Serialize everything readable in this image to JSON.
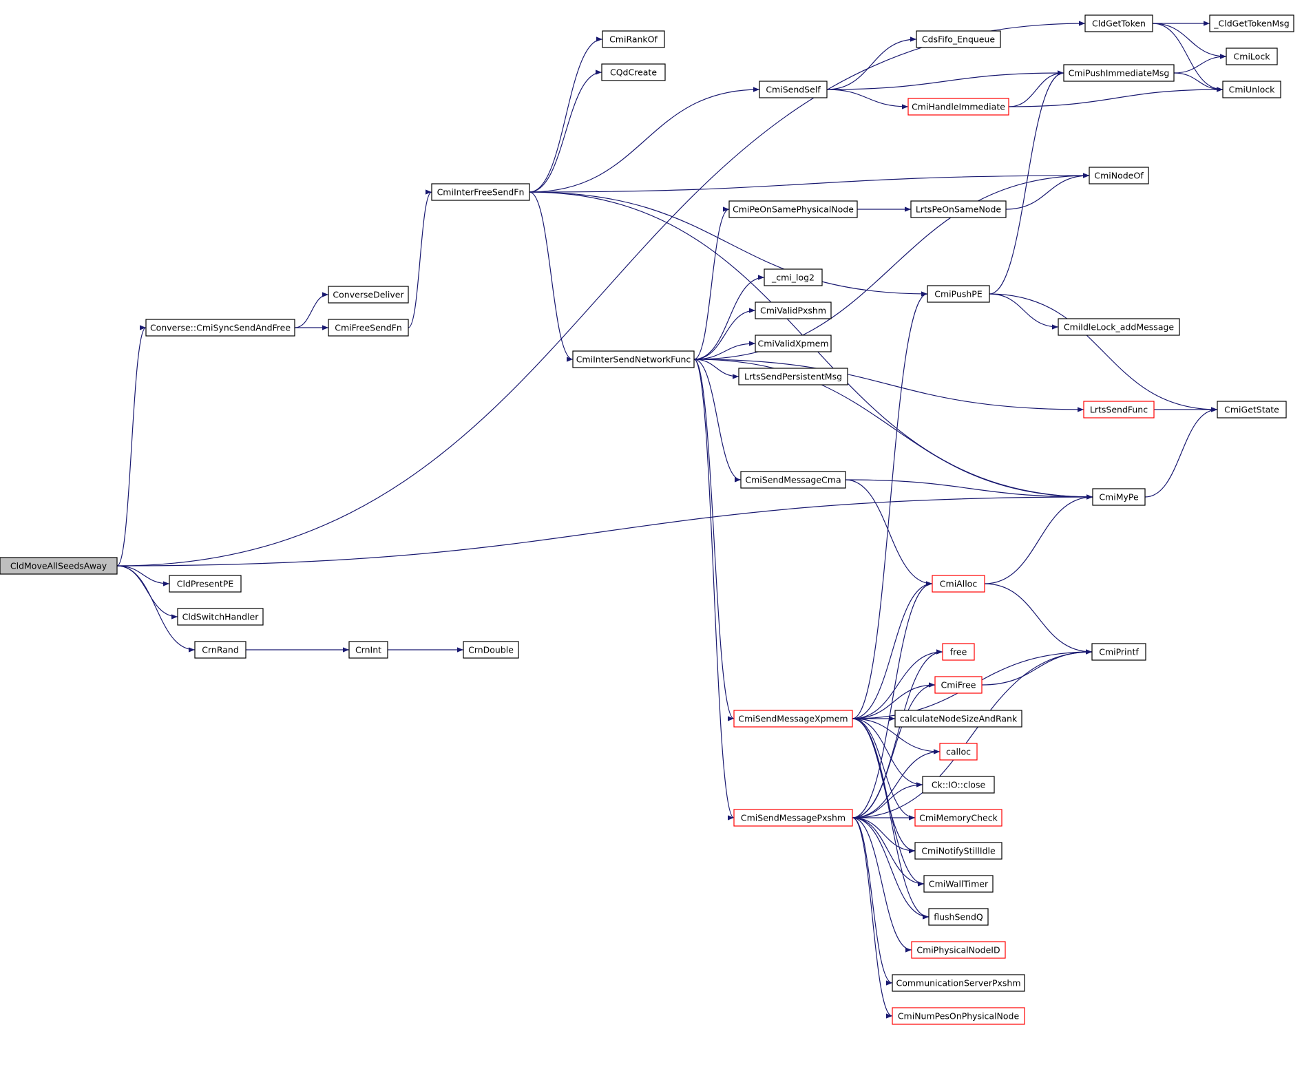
{
  "graph": {
    "root": "CldMoveAllSeedsAway",
    "nodes": [
      {
        "id": "CldMoveAllSeedsAway",
        "label": "CldMoveAllSeedsAway",
        "style": "root"
      },
      {
        "id": "CldGetToken",
        "label": "CldGetToken",
        "style": "normal"
      },
      {
        "id": "_CldGetTokenMsg",
        "label": "_CldGetTokenMsg",
        "style": "normal"
      },
      {
        "id": "CmiLock",
        "label": "CmiLock",
        "style": "normal"
      },
      {
        "id": "CmiUnlock",
        "label": "CmiUnlock",
        "style": "normal"
      },
      {
        "id": "CmiRankOf",
        "label": "CmiRankOf",
        "style": "normal"
      },
      {
        "id": "CQdCreate",
        "label": "CQdCreate",
        "style": "normal"
      },
      {
        "id": "CdsFifo_Enqueue",
        "label": "CdsFifo_Enqueue",
        "style": "normal"
      },
      {
        "id": "CmiPushImmediateMsg",
        "label": "CmiPushImmediateMsg",
        "style": "normal"
      },
      {
        "id": "CmiSendSelf",
        "label": "CmiSendSelf",
        "style": "normal"
      },
      {
        "id": "CmiHandleImmediate",
        "label": "CmiHandleImmediate",
        "style": "red"
      },
      {
        "id": "CmiNodeOf",
        "label": "CmiNodeOf",
        "style": "normal"
      },
      {
        "id": "CmiInterFreeSendFn",
        "label": "CmiInterFreeSendFn",
        "style": "normal"
      },
      {
        "id": "CmiPeOnSamePhysicalNode",
        "label": "CmiPeOnSamePhysicalNode",
        "style": "normal"
      },
      {
        "id": "LrtsPeOnSameNode",
        "label": "LrtsPeOnSameNode",
        "style": "normal"
      },
      {
        "id": "_cmi_log2",
        "label": "_cmi_log2",
        "style": "normal"
      },
      {
        "id": "CmiPushPE",
        "label": "CmiPushPE",
        "style": "normal"
      },
      {
        "id": "ConverseDeliver",
        "label": "ConverseDeliver",
        "style": "normal"
      },
      {
        "id": "CmiValidPxshm",
        "label": "CmiValidPxshm",
        "style": "normal"
      },
      {
        "id": "CmiIdleLock_addMessage",
        "label": "CmiIdleLock_addMessage",
        "style": "normal"
      },
      {
        "id": "ConverseCmiSyncSendAndFree",
        "label": "Converse::CmiSyncSendAndFree",
        "style": "normal"
      },
      {
        "id": "CmiFreeSendFn",
        "label": "CmiFreeSendFn",
        "style": "normal"
      },
      {
        "id": "CmiValidXpmem",
        "label": "CmiValidXpmem",
        "style": "normal"
      },
      {
        "id": "CmiInterSendNetworkFunc",
        "label": "CmiInterSendNetworkFunc",
        "style": "normal"
      },
      {
        "id": "LrtsSendPersistentMsg",
        "label": "LrtsSendPersistentMsg",
        "style": "normal"
      },
      {
        "id": "LrtsSendFunc",
        "label": "LrtsSendFunc",
        "style": "red"
      },
      {
        "id": "CmiGetState",
        "label": "CmiGetState",
        "style": "normal"
      },
      {
        "id": "CmiSendMessageCma",
        "label": "CmiSendMessageCma",
        "style": "normal"
      },
      {
        "id": "CmiMyPe",
        "label": "CmiMyPe",
        "style": "normal"
      },
      {
        "id": "CldPresentPE",
        "label": "CldPresentPE",
        "style": "normal"
      },
      {
        "id": "CmiAlloc",
        "label": "CmiAlloc",
        "style": "red"
      },
      {
        "id": "CldSwitchHandler",
        "label": "CldSwitchHandler",
        "style": "normal"
      },
      {
        "id": "CrnRand",
        "label": "CrnRand",
        "style": "normal"
      },
      {
        "id": "CrnInt",
        "label": "CrnInt",
        "style": "normal"
      },
      {
        "id": "CrnDouble",
        "label": "CrnDouble",
        "style": "normal"
      },
      {
        "id": "free",
        "label": "free",
        "style": "red"
      },
      {
        "id": "CmiPrintf",
        "label": "CmiPrintf",
        "style": "normal"
      },
      {
        "id": "CmiFree",
        "label": "CmiFree",
        "style": "red"
      },
      {
        "id": "CmiSendMessageXpmem",
        "label": "CmiSendMessageXpmem",
        "style": "red"
      },
      {
        "id": "calculateNodeSizeAndRank",
        "label": "calculateNodeSizeAndRank",
        "style": "normal"
      },
      {
        "id": "calloc",
        "label": "calloc",
        "style": "red"
      },
      {
        "id": "CkIOclose",
        "label": "Ck::IO::close",
        "style": "normal"
      },
      {
        "id": "CmiSendMessagePxshm",
        "label": "CmiSendMessagePxshm",
        "style": "red"
      },
      {
        "id": "CmiMemoryCheck",
        "label": "CmiMemoryCheck",
        "style": "red"
      },
      {
        "id": "CmiNotifyStillIdle",
        "label": "CmiNotifyStillIdle",
        "style": "normal"
      },
      {
        "id": "CmiWallTimer",
        "label": "CmiWallTimer",
        "style": "normal"
      },
      {
        "id": "flushSendQ",
        "label": "flushSendQ",
        "style": "normal"
      },
      {
        "id": "CmiPhysicalNodeID",
        "label": "CmiPhysicalNodeID",
        "style": "red"
      },
      {
        "id": "CommunicationServerPxshm",
        "label": "CommunicationServerPxshm",
        "style": "normal"
      },
      {
        "id": "CmiNumPesOnPhysicalNode",
        "label": "CmiNumPesOnPhysicalNode",
        "style": "red"
      }
    ],
    "edges": [
      [
        "CldMoveAllSeedsAway",
        "CldGetToken"
      ],
      [
        "CldMoveAllSeedsAway",
        "ConverseCmiSyncSendAndFree"
      ],
      [
        "CldMoveAllSeedsAway",
        "CmiMyPe"
      ],
      [
        "CldMoveAllSeedsAway",
        "CldPresentPE"
      ],
      [
        "CldMoveAllSeedsAway",
        "CldSwitchHandler"
      ],
      [
        "CldMoveAllSeedsAway",
        "CrnRand"
      ],
      [
        "CldGetToken",
        "_CldGetTokenMsg"
      ],
      [
        "CldGetToken",
        "CmiLock"
      ],
      [
        "CldGetToken",
        "CmiUnlock"
      ],
      [
        "ConverseCmiSyncSendAndFree",
        "ConverseDeliver"
      ],
      [
        "ConverseCmiSyncSendAndFree",
        "CmiFreeSendFn"
      ],
      [
        "CmiFreeSendFn",
        "CmiInterFreeSendFn"
      ],
      [
        "CmiInterFreeSendFn",
        "CmiRankOf"
      ],
      [
        "CmiInterFreeSendFn",
        "CQdCreate"
      ],
      [
        "CmiInterFreeSendFn",
        "CmiSendSelf"
      ],
      [
        "CmiInterFreeSendFn",
        "CmiNodeOf"
      ],
      [
        "CmiInterFreeSendFn",
        "CmiPushPE"
      ],
      [
        "CmiInterFreeSendFn",
        "CmiInterSendNetworkFunc"
      ],
      [
        "CmiInterFreeSendFn",
        "CmiMyPe"
      ],
      [
        "CmiSendSelf",
        "CdsFifo_Enqueue"
      ],
      [
        "CmiSendSelf",
        "CmiPushImmediateMsg"
      ],
      [
        "CmiSendSelf",
        "CmiHandleImmediate"
      ],
      [
        "CmiHandleImmediate",
        "CmiPushImmediateMsg"
      ],
      [
        "CmiHandleImmediate",
        "CmiUnlock"
      ],
      [
        "CmiPushImmediateMsg",
        "CmiLock"
      ],
      [
        "CmiPushImmediateMsg",
        "CmiUnlock"
      ],
      [
        "CmiPeOnSamePhysicalNode",
        "LrtsPeOnSameNode"
      ],
      [
        "LrtsPeOnSameNode",
        "CmiNodeOf"
      ],
      [
        "CmiPushPE",
        "CmiPushImmediateMsg"
      ],
      [
        "CmiPushPE",
        "CmiIdleLock_addMessage"
      ],
      [
        "CmiPushPE",
        "CmiGetState"
      ],
      [
        "CmiInterSendNetworkFunc",
        "CmiNodeOf"
      ],
      [
        "CmiInterSendNetworkFunc",
        "CmiPeOnSamePhysicalNode"
      ],
      [
        "CmiInterSendNetworkFunc",
        "_cmi_log2"
      ],
      [
        "CmiInterSendNetworkFunc",
        "CmiValidPxshm"
      ],
      [
        "CmiInterSendNetworkFunc",
        "CmiValidXpmem"
      ],
      [
        "CmiInterSendNetworkFunc",
        "LrtsSendPersistentMsg"
      ],
      [
        "CmiInterSendNetworkFunc",
        "LrtsSendFunc"
      ],
      [
        "CmiInterSendNetworkFunc",
        "CmiSendMessageCma"
      ],
      [
        "CmiInterSendNetworkFunc",
        "CmiMyPe"
      ],
      [
        "CmiInterSendNetworkFunc",
        "CmiSendMessageXpmem"
      ],
      [
        "CmiInterSendNetworkFunc",
        "CmiSendMessagePxshm"
      ],
      [
        "LrtsSendFunc",
        "CmiGetState"
      ],
      [
        "CmiMyPe",
        "CmiGetState"
      ],
      [
        "CmiSendMessageCma",
        "CmiMyPe"
      ],
      [
        "CmiSendMessageCma",
        "CmiAlloc"
      ],
      [
        "CmiAlloc",
        "CmiMyPe"
      ],
      [
        "CmiAlloc",
        "CmiPrintf"
      ],
      [
        "CmiFree",
        "CmiPrintf"
      ],
      [
        "CrnRand",
        "CrnInt"
      ],
      [
        "CrnInt",
        "CrnDouble"
      ],
      [
        "CmiSendMessageXpmem",
        "CmiPushPE"
      ],
      [
        "CmiSendMessageXpmem",
        "CmiAlloc"
      ],
      [
        "CmiSendMessageXpmem",
        "CmiPrintf"
      ],
      [
        "CmiSendMessageXpmem",
        "free"
      ],
      [
        "CmiSendMessageXpmem",
        "CmiFree"
      ],
      [
        "CmiSendMessageXpmem",
        "calculateNodeSizeAndRank"
      ],
      [
        "CmiSendMessageXpmem",
        "calloc"
      ],
      [
        "CmiSendMessageXpmem",
        "CkIOclose"
      ],
      [
        "CmiSendMessageXpmem",
        "CmiMemoryCheck"
      ],
      [
        "CmiSendMessageXpmem",
        "CmiNotifyStillIdle"
      ],
      [
        "CmiSendMessageXpmem",
        "CmiWallTimer"
      ],
      [
        "CmiSendMessageXpmem",
        "flushSendQ"
      ],
      [
        "CmiSendMessagePxshm",
        "CmiAlloc"
      ],
      [
        "CmiSendMessagePxshm",
        "free"
      ],
      [
        "CmiSendMessagePxshm",
        "CmiFree"
      ],
      [
        "CmiSendMessagePxshm",
        "calloc"
      ],
      [
        "CmiSendMessagePxshm",
        "CkIOclose"
      ],
      [
        "CmiSendMessagePxshm",
        "CmiMemoryCheck"
      ],
      [
        "CmiSendMessagePxshm",
        "CmiNotifyStillIdle"
      ],
      [
        "CmiSendMessagePxshm",
        "CmiWallTimer"
      ],
      [
        "CmiSendMessagePxshm",
        "flushSendQ"
      ],
      [
        "CmiSendMessagePxshm",
        "CmiPhysicalNodeID"
      ],
      [
        "CmiSendMessagePxshm",
        "CommunicationServerPxshm"
      ],
      [
        "CmiSendMessagePxshm",
        "CmiNumPesOnPhysicalNode"
      ],
      [
        "CmiSendMessagePxshm",
        "CmiPrintf"
      ]
    ],
    "colors": {
      "edge": "#191970",
      "box_border": "#000000",
      "highlight_border": "#ff0000",
      "root_fill": "#bfbfbf",
      "background": "#ffffff"
    }
  }
}
